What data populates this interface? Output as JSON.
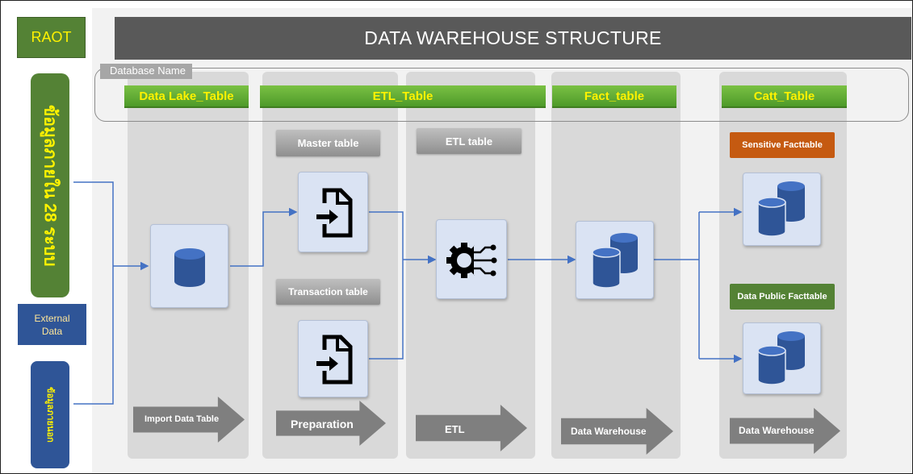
{
  "header": {
    "logo_label": "RAOT",
    "title": "DATA WAREHOUSE STRUCTURE",
    "database_name_label": "Database Name"
  },
  "sources": {
    "internal_label": "ข้อมูลภายใน 28 ระบบ",
    "external_label": "External\nData",
    "external_thai_label": "ข้อมูลภายนอก"
  },
  "columns": {
    "data_lake": {
      "header": "Data Lake_Table",
      "arrow_label": "Import Data Table",
      "icon": "database-icon"
    },
    "etl": {
      "header": "ETL_Table",
      "master_label": "Master table",
      "transaction_label": "Transaction table",
      "arrow_label": "Preparation",
      "icon": "file-import-icon"
    },
    "etl_process": {
      "chip_label": "ETL table",
      "arrow_label": "ETL",
      "icon": "gear-circuit-icon"
    },
    "fact": {
      "header": "Fact_table",
      "arrow_label": "Data Warehouse",
      "icon": "databases-icon"
    },
    "catt": {
      "header": "Catt_Table",
      "sensitive_label": "Sensitive Facttable",
      "public_label": "Data Public Facttable",
      "arrow_label": "Data Warehouse",
      "icon": "databases-icon"
    }
  },
  "colors": {
    "green": "#548235",
    "header_green": "#70ad47",
    "yellow_text": "#fff200",
    "blue": "#2f5597",
    "dark_gray": "#595959",
    "orange": "#c55a11",
    "connector": "#4472c4",
    "tile": "#dae3f3",
    "column_bg": "#d9d9d9"
  }
}
